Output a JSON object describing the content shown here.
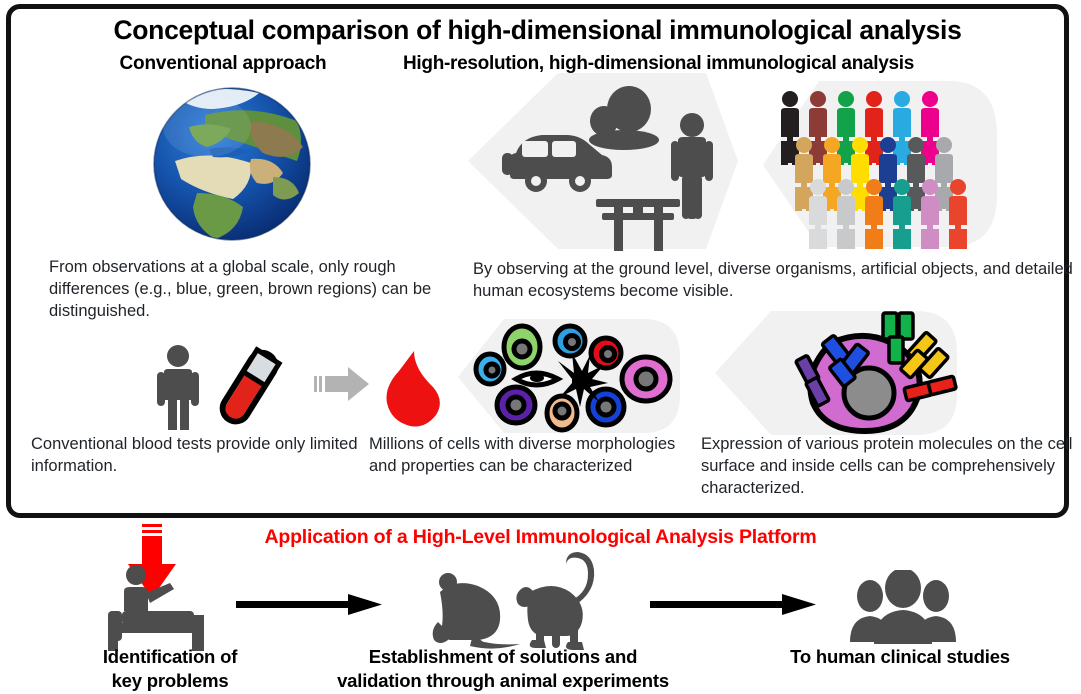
{
  "top_panel": {
    "main_title": "Conceptual comparison of high-dimensional immunological analysis",
    "column_headers": {
      "left": "Conventional approach",
      "right": "High-resolution, high-dimensional immunological analysis"
    },
    "captions": {
      "globe": "From observations at a global scale, only rough differences (e.g., blue, green, brown regions) can be distinguished.",
      "ground": "By observing at the ground level, diverse organisms, artificial objects, and detailed human ecosystems become visible.",
      "blood": "Conventional blood tests provide only limited information.",
      "cells": "Millions of cells with diverse morphologies and properties can be characterized",
      "protein": "Expression of various protein molecules on the cell surface and inside cells can be comprehensively characterized."
    },
    "artwork": {
      "globe": "earth-globe-europe-africa",
      "ground_scene": "car-trees-torii-person",
      "crowd": "colorful-people-crowd",
      "person_tube": "person-with-blood-test-tube",
      "gray_arrow": "gray-right-arrow",
      "blood_drop": "red-blood-drop",
      "cells": "diverse-immune-cells",
      "protein_cell": "cell-with-surface-antibodies"
    }
  },
  "bottom_panel": {
    "title": "Application of a High-Level Immunological Analysis Platform",
    "title_color": "#ff0000",
    "steps": [
      {
        "label": "Identification of\nkey problems",
        "icon": "patient-in-bed-icon"
      },
      {
        "label": "Establishment of solutions and\nvalidation through animal experiments",
        "icon": "mouse-and-monkey-icon"
      },
      {
        "label": "To human clinical studies",
        "icon": "group-of-people-icon"
      }
    ],
    "step_labels": {
      "problems_line1": "Identification of",
      "problems_line2": "key problems",
      "animals_line1": "Establishment of solutions and",
      "animals_line2": "validation through animal experiments",
      "human": "To human clinical studies"
    }
  },
  "palette": {
    "panel_border": "#111111",
    "icon_gray": "#4d4d4d",
    "accent_red": "#ff0000",
    "blood_red": "#ee1111",
    "cell_pink": "#d26bd0",
    "halo_gray": "#f0f0f0",
    "crowd_colors": [
      "#231f20",
      "#8c3b37",
      "#12a34a",
      "#e2231a",
      "#29abe2",
      "#ec008c",
      "#d4a55c",
      "#f5a623",
      "#ffdd00",
      "#1c3f94",
      "#58595b",
      "#a7a9ac",
      "#c7c9cb",
      "#d9dadb",
      "#f07d17",
      "#179e8e",
      "#cf8dc4",
      "#e8452c"
    ]
  }
}
